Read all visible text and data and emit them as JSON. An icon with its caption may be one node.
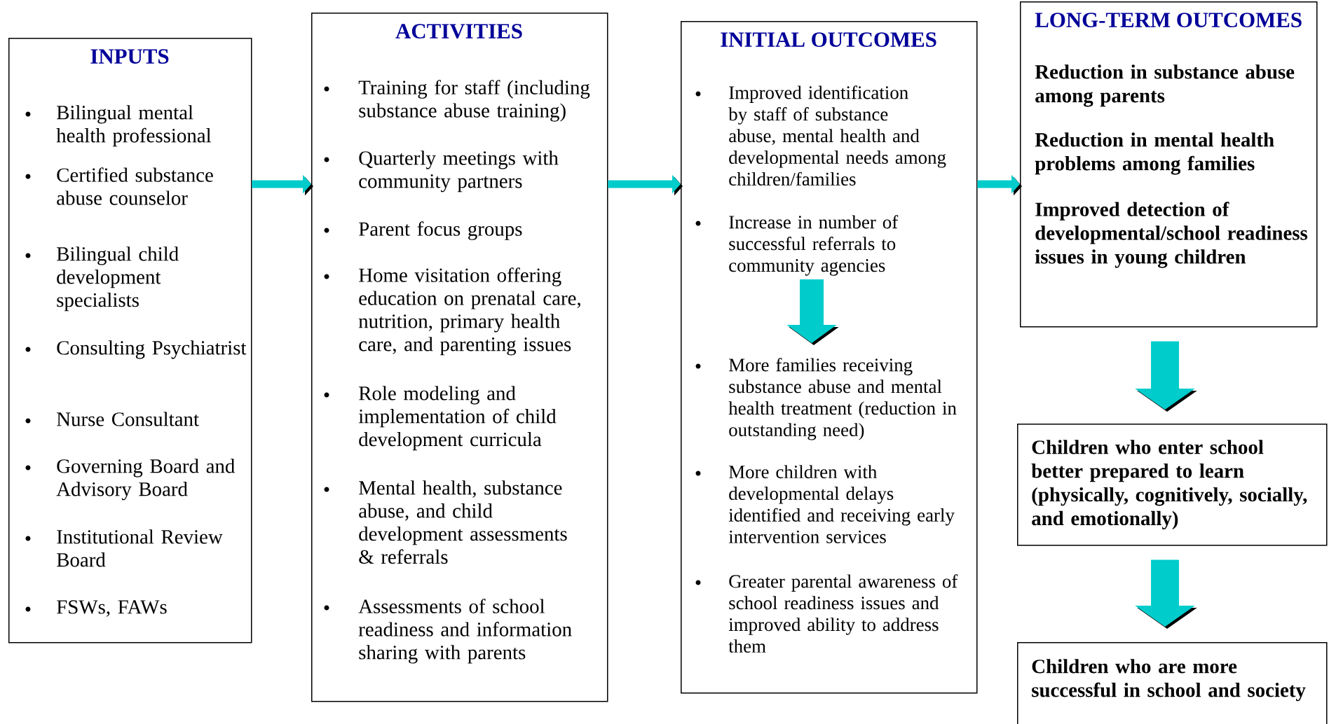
{
  "diagram": {
    "nodes": [
      {
        "text": [
          "INPUTS",
          "Bilingual mental health professional",
          "Certified substance abuse counselor",
          "Bilingual child development specialists",
          "Consulting Psychiatrist",
          "Nurse Consultant",
          "Governing Board and Advisory Board",
          "Institutional Review Board",
          "FSWs, FAWs"
        ]
      },
      {
        "text": [
          "ACTIVITIES",
          "Training for staff (including substance abuse training)",
          "Quarterly meetings with community partners",
          "Parent focus groups",
          "Home visitation offering education on prenatal care, nutrition, primary health care, and parenting issues",
          "Role modeling and implementation of child development curricula",
          "Mental health, substance abuse, and child development assessments & referrals",
          "Assessments of school readiness and information sharing with parents"
        ]
      },
      {
        "text": [
          "INITIAL OUTCOMES",
          "Improved identification by staff of substance abuse, mental health and developmental needs among children/families",
          "Increase in number of successful referrals to community agencies",
          "More families receiving substance abuse and mental health treatment (reduction in outstanding need)",
          "More children with developmental delays identified and receiving early intervention services",
          "Greater parental awareness of school readiness issues and improved ability to address them"
        ]
      },
      {
        "text": [
          "LONG-TERM OUTCOMES",
          "Reduction in substance abuse among parents",
          "Reduction in mental health problems among families",
          "Improved detection of developmental/school readiness issues in young children"
        ]
      },
      {
        "text": [
          "Children who enter school better prepared to learn (physically, cognitively, socially, and emotionally)"
        ]
      },
      {
        "text": [
          "Children who are more successful in school and society"
        ]
      }
    ],
    "edges": [
      {
        "from": 0,
        "to": 1,
        "arrow": "to"
      },
      {
        "from": 1,
        "to": 2,
        "arrow": "to"
      },
      {
        "from": 2,
        "to": 3,
        "arrow": "to"
      },
      {
        "from": 3,
        "to": 4,
        "arrow": "to",
        "style": "thick"
      },
      {
        "from": 4,
        "to": 5,
        "arrow": "to",
        "style": "thick"
      }
    ]
  }
}
